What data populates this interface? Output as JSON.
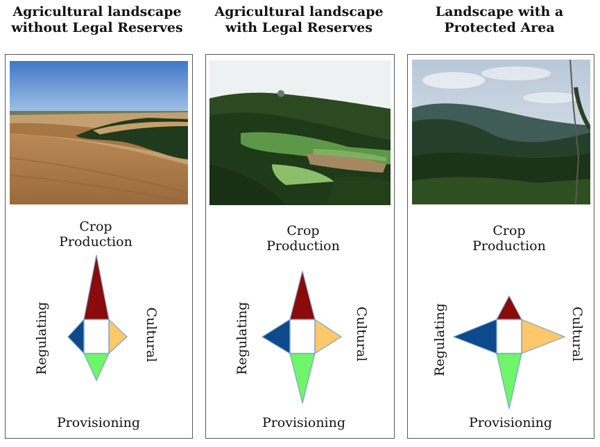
{
  "panels": [
    {
      "title_line1": "Agricultural landscape",
      "title_line2": "without Legal Reserves",
      "labels": {
        "crop_line1": "Crop",
        "crop_line2": "Production",
        "regulating": "Regulating",
        "cultural": "Cultural",
        "provisioning": "Provisioning"
      },
      "services": {
        "crop_production": 1.0,
        "regulating": 0.3,
        "cultural": 0.3,
        "provisioning": 0.4
      },
      "photo": "open farmland with fields of harvested wheat and a strip of trees"
    },
    {
      "title_line1": "Agricultural landscape",
      "title_line2": "with Legal Reserves",
      "labels": {
        "crop_line1": "Crop",
        "crop_line2": "Production",
        "regulating": "Regulating",
        "cultural": "Cultural",
        "provisioning": "Provisioning"
      },
      "services": {
        "crop_production": 0.75,
        "regulating": 0.45,
        "cultural": 0.45,
        "provisioning": 0.75
      },
      "photo": "forested hillside surrounding green crop plots"
    },
    {
      "title_line1": "Landscape with a",
      "title_line2": "Protected  Area",
      "labels": {
        "crop_line1": "Crop",
        "crop_line2": "Production",
        "regulating": "Regulating",
        "cultural": "Cultural",
        "provisioning": "Provisioning"
      },
      "services": {
        "crop_production": 0.4,
        "regulating": 0.7,
        "cultural": 0.7,
        "provisioning": 1.0
      },
      "photo": "forested mountain valley under a cloudy sky"
    }
  ],
  "colors": {
    "crop_production": "#8b0a0a",
    "regulating": "#0d4a8c",
    "cultural": "#fcc86a",
    "provisioning": "#6ef56a",
    "outline": "#7fa3c9"
  }
}
